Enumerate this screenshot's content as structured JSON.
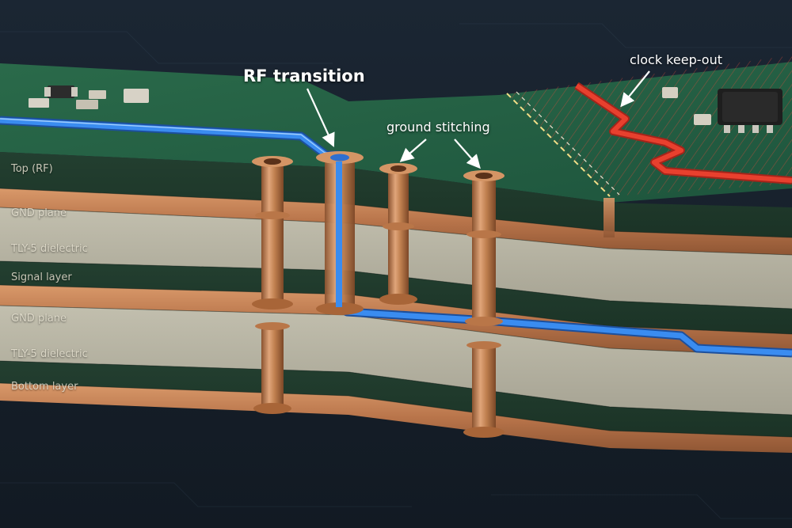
{
  "layers": [
    {
      "id": "top",
      "label": "Top (RF)"
    },
    {
      "id": "gnd1",
      "label": "GND plane"
    },
    {
      "id": "diel1",
      "label": "TLY-5 dielectric"
    },
    {
      "id": "signal",
      "label": "Signal layer"
    },
    {
      "id": "gnd2",
      "label": "GND plane"
    },
    {
      "id": "diel2",
      "label": "TLY-5 dielectric"
    },
    {
      "id": "bottom",
      "label": "Bottom layer"
    }
  ],
  "callouts": {
    "rf_transition": "RF transition",
    "ground_stitching": "ground stitching",
    "clock_keep_out": "clock keep-out"
  },
  "colors": {
    "background": "#16202b",
    "board_green": "#1f5a3f",
    "copper": "#c2804f",
    "dielectric": "#b8b5a4",
    "rf_trace": "#3a8cf0",
    "clock_trace": "#e8402e",
    "keep_out_boundary": "#f2df88"
  },
  "icons": [
    "via-barrel",
    "smd-component",
    "ic-chip"
  ]
}
